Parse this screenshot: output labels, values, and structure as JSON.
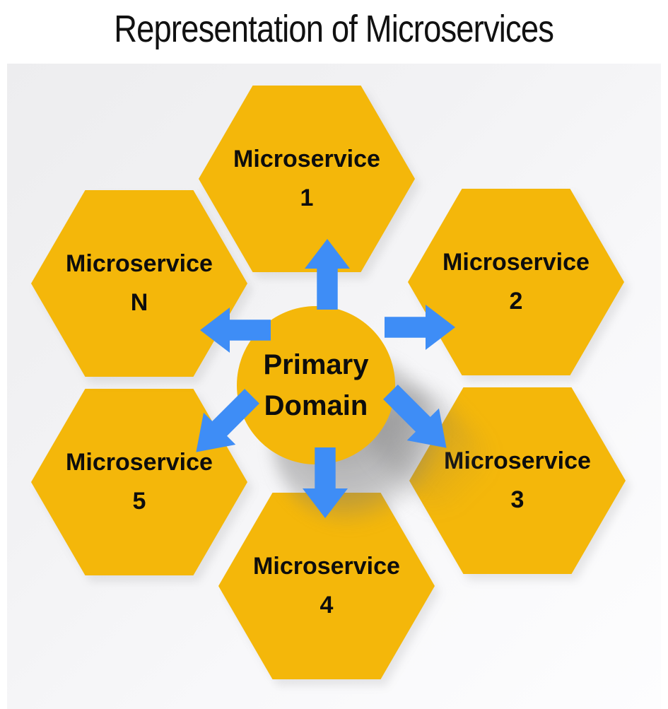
{
  "title": "Representation of Microservices",
  "colors": {
    "hex-fill": "#F4B70A",
    "arrow-blue": "#3E8DF6",
    "label-text": "#0d0d0d",
    "panel-start": "#EDEDEF",
    "panel-end": "#FDFDFE"
  },
  "center_node": {
    "line1": "Primary",
    "line2": "Domain"
  },
  "nodes": [
    {
      "line1": "Microservice",
      "line2": "1",
      "position": "top"
    },
    {
      "line1": "Microservice",
      "line2": "2",
      "position": "upper-right"
    },
    {
      "line1": "Microservice",
      "line2": "3",
      "position": "lower-right"
    },
    {
      "line1": "Microservice",
      "line2": "4",
      "position": "bottom"
    },
    {
      "line1": "Microservice",
      "line2": "5",
      "position": "lower-left"
    },
    {
      "line1": "Microservice",
      "line2": "N",
      "position": "upper-left"
    }
  ],
  "arrows": [
    {
      "direction": "up",
      "to": "Microservice 1"
    },
    {
      "direction": "right",
      "to": "Microservice 2"
    },
    {
      "direction": "down-right",
      "to": "Microservice 3"
    },
    {
      "direction": "down",
      "to": "Microservice 4"
    },
    {
      "direction": "down-left",
      "to": "Microservice 5"
    },
    {
      "direction": "left",
      "to": "Microservice N"
    }
  ]
}
